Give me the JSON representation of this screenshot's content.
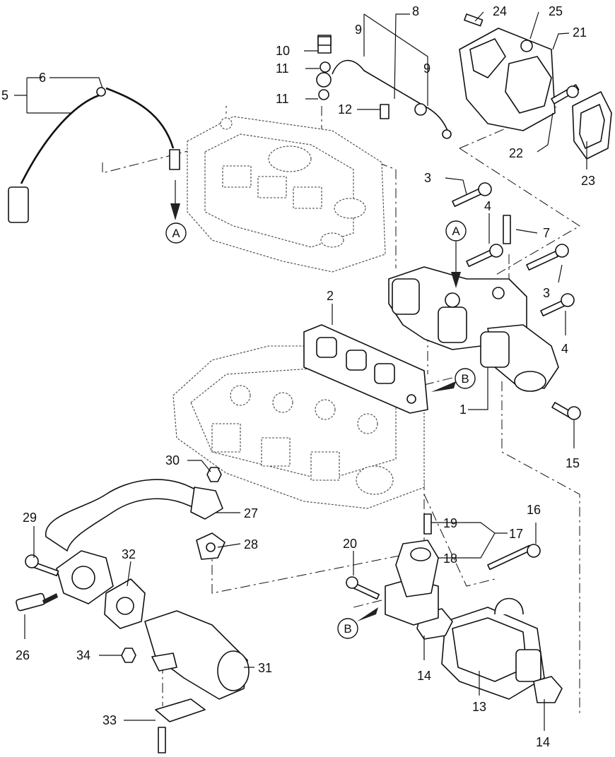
{
  "labels": {
    "n1": "1",
    "n2": "2",
    "n3a": "3",
    "n3b": "3",
    "n4a": "4",
    "n4b": "4",
    "n5": "5",
    "n6": "6",
    "n7": "7",
    "n8": "8",
    "n9a": "9",
    "n9b": "9",
    "n10": "10",
    "n11a": "11",
    "n11b": "11",
    "n12": "12",
    "n13": "13",
    "n14a": "14",
    "n14b": "14",
    "n15": "15",
    "n16": "16",
    "n17": "17",
    "n18": "18",
    "n19": "19",
    "n20": "20",
    "n21": "21",
    "n22": "22",
    "n23": "23",
    "n24": "24",
    "n25": "25",
    "n26": "26",
    "n27": "27",
    "n28": "28",
    "n29": "29",
    "n30": "30",
    "n31": "31",
    "n32": "32",
    "n33": "33",
    "n34": "34"
  },
  "refs": {
    "a1": "A",
    "a2": "A",
    "b1": "B",
    "b2": "B"
  }
}
